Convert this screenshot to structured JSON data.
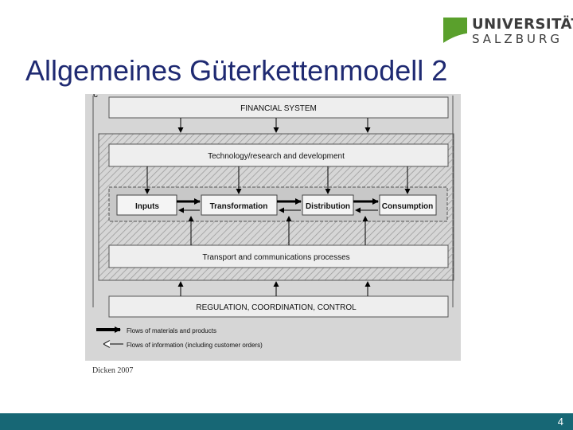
{
  "logo": {
    "line1": "UNIVERSITÄT",
    "line2": "SALZBURG",
    "colors": {
      "mark": "#5aa02c",
      "text": "#3c3c3c"
    }
  },
  "title": "Allgemeines Güterkettenmodell 2",
  "diagram": {
    "top_letter": "c",
    "financial_system": "FINANCIAL SYSTEM",
    "technology": "Technology/research and development",
    "nodes": [
      "Inputs",
      "Transformation",
      "Distribution",
      "Consumption"
    ],
    "transport": "Transport and communications processes",
    "regulation": "REGULATION, COORDINATION, CONTROL",
    "legend": {
      "materials": "Flows of materials and products",
      "information": "Flows of information (including customer orders)"
    }
  },
  "caption": "Dicken 2007",
  "page_number": "4",
  "colors": {
    "title": "#1f2a72",
    "footer": "#176775",
    "figure_bg": "#d6d6d6"
  }
}
